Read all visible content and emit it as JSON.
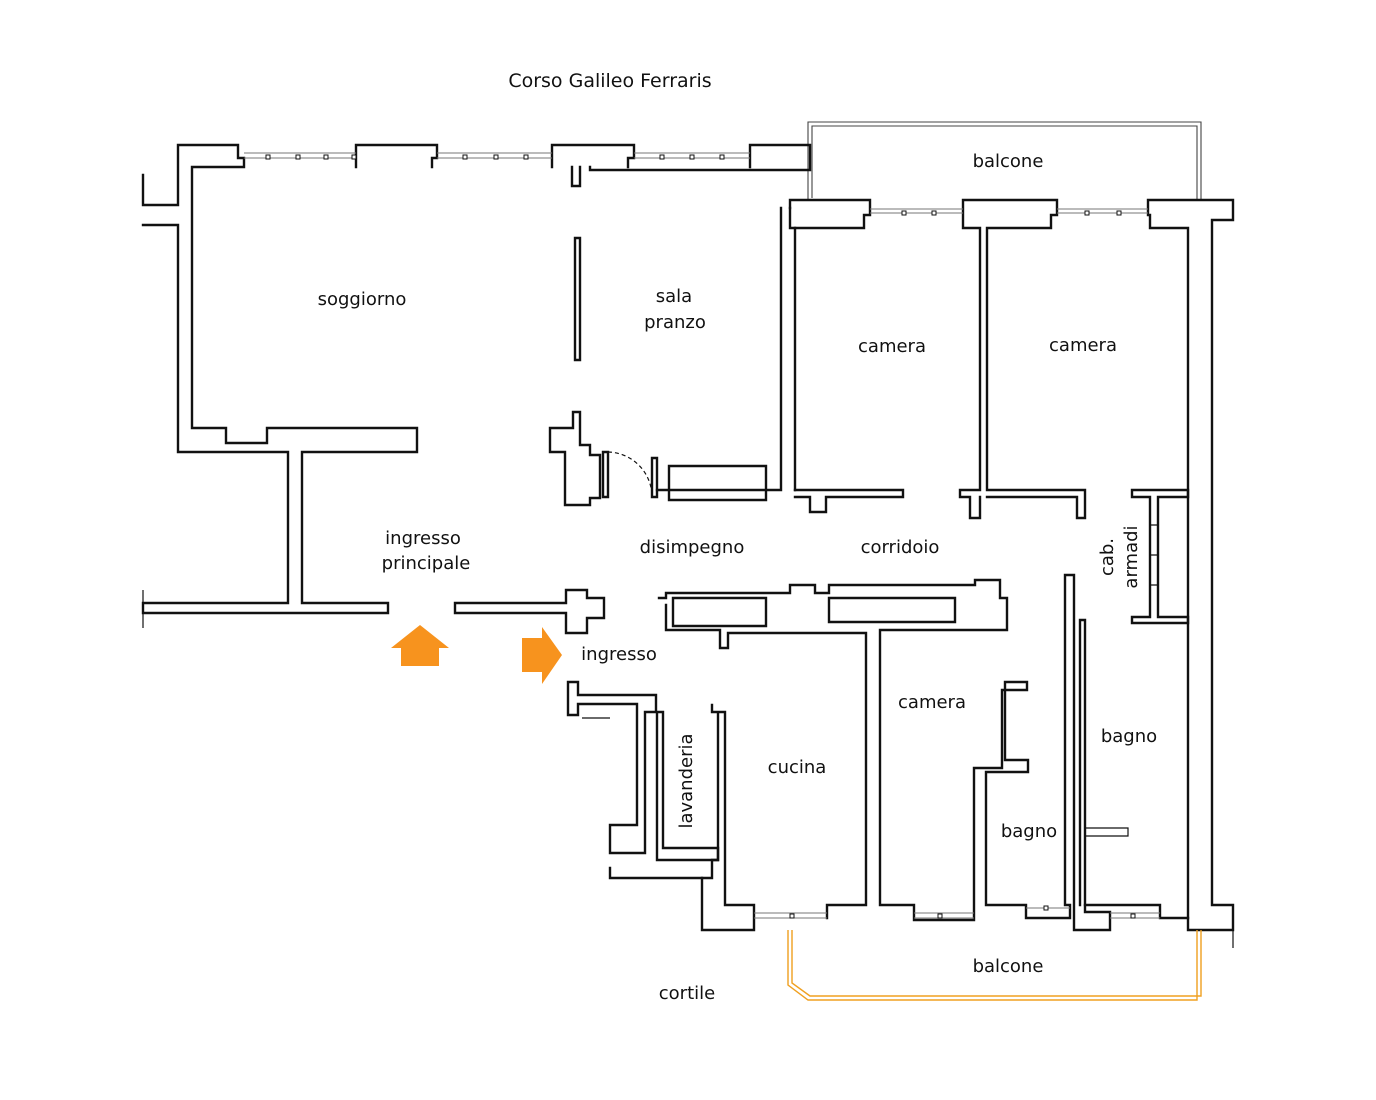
{
  "title": "Corso Galileo Ferraris",
  "colors": {
    "entrance_arrow": "#f7931e",
    "balcony_railing_bottom": "#f0a020"
  },
  "rooms": {
    "balcone_top": "balcone",
    "soggiorno": "soggiorno",
    "sala_line1": "sala",
    "sala_line2": "pranzo",
    "camera1": "camera",
    "camera2": "camera",
    "ingresso_principale_line1": "ingresso",
    "ingresso_principale_line2": "principale",
    "disimpegno": "disimpegno",
    "corridoio": "corridoio",
    "cab_line1": "cab.",
    "cab_line2": "armadi",
    "ingresso": "ingresso",
    "camera3": "camera",
    "bagno_right": "bagno",
    "cucina": "cucina",
    "lavanderia": "lavanderia",
    "bagno_small": "bagno",
    "balcone_bottom": "balcone",
    "cortile": "cortile"
  }
}
